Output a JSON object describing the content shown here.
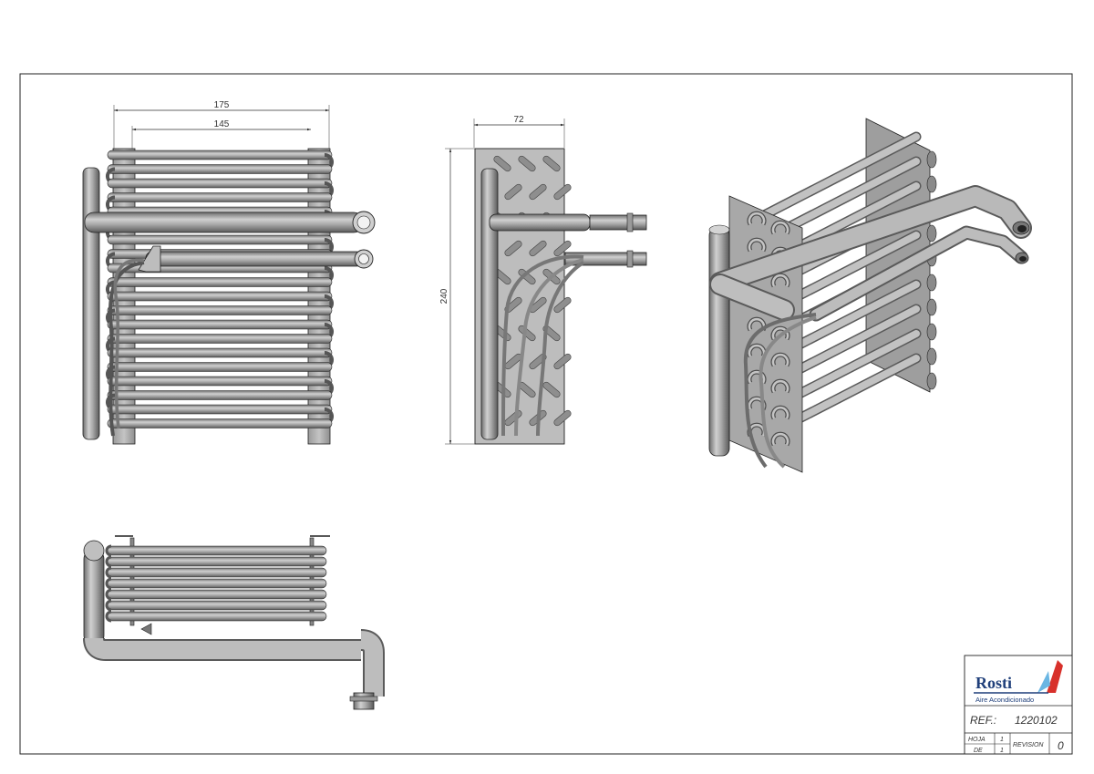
{
  "dimensions": {
    "front_width_outer": "175",
    "front_width_inner": "145",
    "side_depth": "72",
    "side_height": "240"
  },
  "title_block": {
    "brand": "Rosti",
    "subtitle": "Aire Acondicionado",
    "ref_label": "REF.:",
    "ref_value": "1220102",
    "hoja_label": "HOJA",
    "hoja_value": "1",
    "de_label": "DE",
    "de_value": "1",
    "revision_label": "REVISION",
    "revision_value": "0"
  },
  "colors": {
    "tube": "#a9a9a9",
    "tube_dark": "#6e6e6e",
    "plate": "#b5b5b5",
    "line": "#222222",
    "brand_blue": "#1f3f7a",
    "brand_red": "#d8312b",
    "brand_light": "#6ab6e3"
  }
}
